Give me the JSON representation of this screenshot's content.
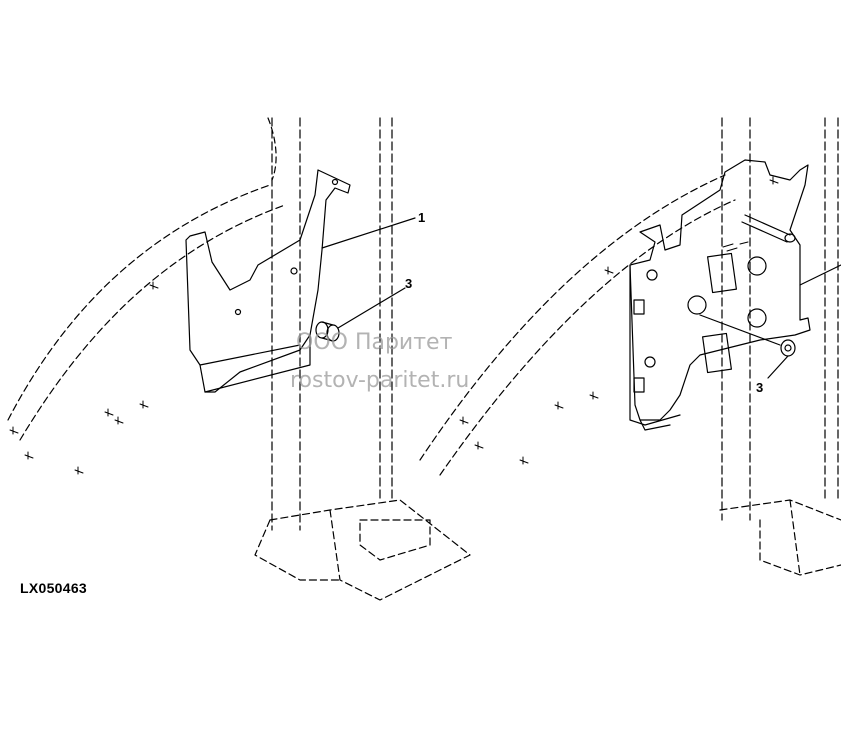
{
  "figure": {
    "id_label": "LX050463",
    "callouts": {
      "left_top": "1",
      "left_mid": "3",
      "right_mid": "3"
    }
  },
  "watermark": {
    "line1": "ООО Паритет",
    "line2": "rostov-paritet.ru"
  },
  "colors": {
    "line": "#000000",
    "background": "#ffffff",
    "watermark": "#9a9a9a"
  }
}
